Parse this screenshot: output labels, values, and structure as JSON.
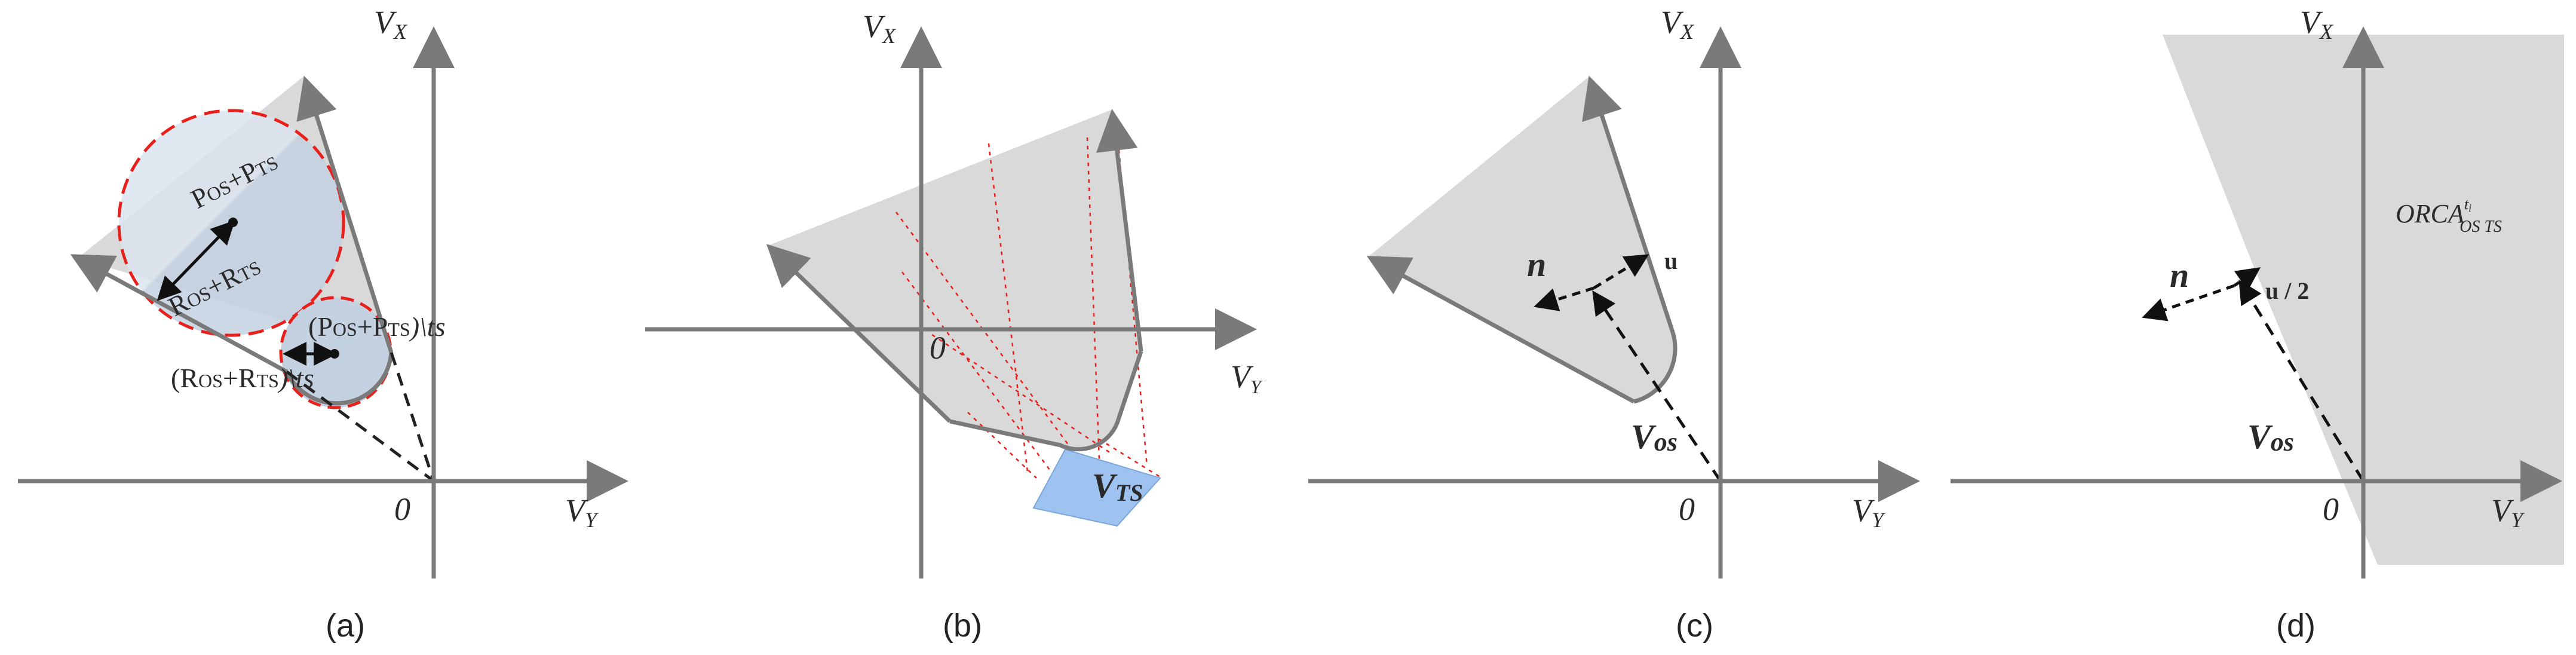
{
  "panels": [
    {
      "id": "a",
      "caption": "(a)",
      "axis_x": "V",
      "axis_x_sub": "X",
      "axis_y": "V",
      "axis_y_sub": "Y",
      "origin": "0",
      "large_circle_label": "P",
      "large_circle_label_parts": [
        "OS",
        "+P",
        "TS"
      ],
      "large_radius_label_parts": [
        "R",
        "OS",
        "+R",
        "TS"
      ],
      "small_circle_label": "(P",
      "small_circle_label_parts": [
        "OS",
        "+P",
        "TS",
        ")\\ts"
      ],
      "small_radius_label": "(R",
      "small_radius_label_parts": [
        "OS",
        "+R",
        "TS",
        ")\\ts"
      ]
    },
    {
      "id": "b",
      "caption": "(b)",
      "axis_x": "V",
      "axis_x_sub": "X",
      "axis_y": "V",
      "axis_y_sub": "Y",
      "origin": "0",
      "region_label": "V",
      "region_label_sub": "TS"
    },
    {
      "id": "c",
      "caption": "(c)",
      "axis_x": "V",
      "axis_x_sub": "X",
      "axis_y": "V",
      "axis_y_sub": "Y",
      "origin": "0",
      "normal_label": "n",
      "u_label": "u",
      "velocity_label": "V",
      "velocity_label_sub": "os"
    },
    {
      "id": "d",
      "caption": "(d)",
      "axis_x": "V",
      "axis_x_sub": "X",
      "axis_y": "V",
      "axis_y_sub": "Y",
      "origin": "0",
      "normal_label": "n",
      "u_label": "u / 2",
      "velocity_label": "V",
      "velocity_label_sub": "os",
      "orca_label": "ORCA",
      "orca_sup": "t",
      "orca_sup_sub": "i",
      "orca_sub": "OS TS"
    }
  ],
  "colors": {
    "axis": "#7a7a7a",
    "cone": "#d9d9d9",
    "circle_fill": "#c6d3e3",
    "dash_red": "#e8201c",
    "blue_region": "#9fc3f0"
  }
}
